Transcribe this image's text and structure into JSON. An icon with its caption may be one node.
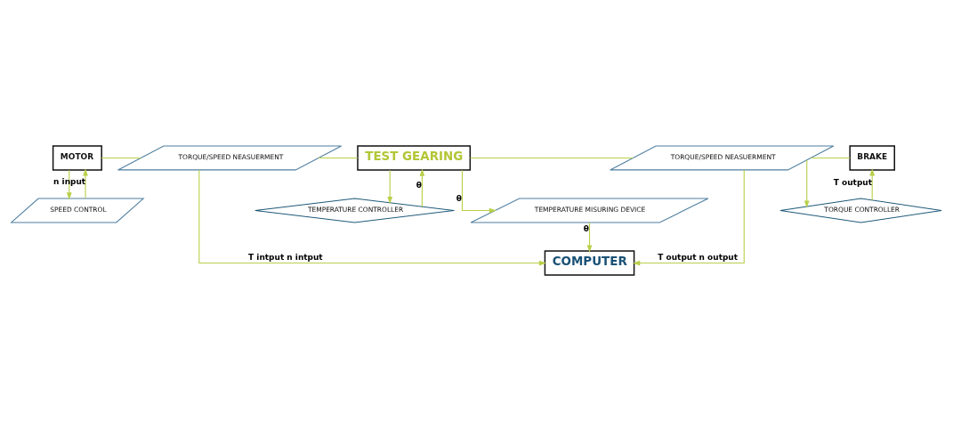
{
  "diagram": {
    "nodes": [
      {
        "text": [
          "MOTOR"
        ]
      },
      {
        "text": [
          "TORQUE/SPEED NEASUERMENT"
        ]
      },
      {
        "text": [
          "TEST GEARING"
        ]
      },
      {
        "text": [
          "TORQUE/SPEED NEASUERMENT"
        ]
      },
      {
        "text": [
          "BRAKE"
        ]
      },
      {
        "text": [
          "SPEED CONTROL"
        ]
      },
      {
        "text": [
          "TEMPERATURE CONTROLLER"
        ]
      },
      {
        "text": [
          "TEMPERATURE MISURING DEVICE"
        ]
      },
      {
        "text": [
          "TORQUE CONTROLLER"
        ]
      },
      {
        "text": [
          "COMPUTER"
        ]
      }
    ],
    "edges": [
      {
        "from": 0,
        "to": 1,
        "arrow": "none"
      },
      {
        "from": 1,
        "to": 2,
        "arrow": "none"
      },
      {
        "from": 2,
        "to": 3,
        "arrow": "none"
      },
      {
        "from": 3,
        "to": 4,
        "arrow": "none"
      },
      {
        "from": 5,
        "to": 0,
        "arrow": "to",
        "label": "n input"
      },
      {
        "from": 0,
        "to": 5,
        "arrow": "to"
      },
      {
        "from": 6,
        "to": 2,
        "arrow": "to",
        "label": "θ"
      },
      {
        "from": 2,
        "to": 6,
        "arrow": "to"
      },
      {
        "from": 2,
        "to": 7,
        "arrow": "to",
        "label": "θ"
      },
      {
        "from": 7,
        "to": 9,
        "arrow": "to",
        "label": "θ"
      },
      {
        "from": 1,
        "to": 9,
        "arrow": "to",
        "label": "T intput n intput"
      },
      {
        "from": 3,
        "to": 9,
        "arrow": "to",
        "label": "T output n output"
      },
      {
        "from": 3,
        "to": 8,
        "arrow": "to"
      },
      {
        "from": 8,
        "to": 4,
        "arrow": "to",
        "label": "T output"
      }
    ]
  }
}
